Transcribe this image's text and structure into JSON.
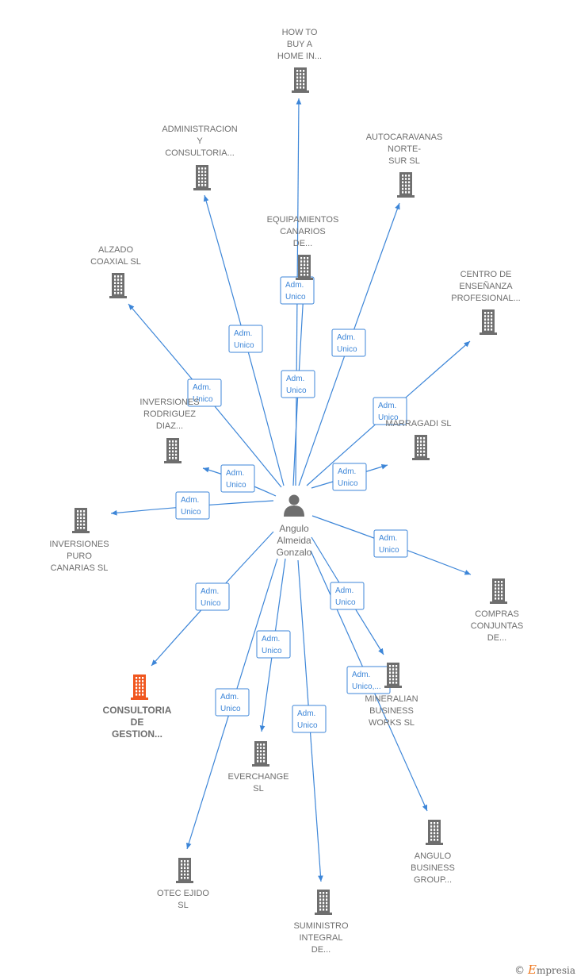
{
  "colors": {
    "edge": "#3d86d8",
    "building": "#6e6e6e",
    "building_highlight": "#f0561e",
    "person": "#6e6e6e"
  },
  "center": {
    "lines": [
      "Angulo",
      "Almeida",
      "Gonzalo"
    ],
    "icon": "person-icon"
  },
  "companies": [
    {
      "id": "how-to-buy",
      "lines": [
        "HOW TO",
        "BUY A",
        "HOME IN..."
      ]
    },
    {
      "id": "administracion",
      "lines": [
        "ADMINISTRACION",
        "Y",
        "CONSULTORIA..."
      ]
    },
    {
      "id": "autocaravanas",
      "lines": [
        "AUTOCARAVANAS",
        "NORTE-",
        "SUR  SL"
      ]
    },
    {
      "id": "equipamientos",
      "lines": [
        "EQUIPAMIENTOS",
        "CANARIOS",
        "DE..."
      ]
    },
    {
      "id": "alzado",
      "lines": [
        "ALZADO",
        "COAXIAL  SL"
      ]
    },
    {
      "id": "centro",
      "lines": [
        "CENTRO DE",
        "ENSEÑANZA",
        "PROFESIONAL..."
      ]
    },
    {
      "id": "inversiones-rodriguez",
      "lines": [
        "INVERSIONES",
        "RODRIGUEZ",
        "DIAZ..."
      ]
    },
    {
      "id": "marragadi",
      "lines": [
        "MARRAGADI  SL"
      ]
    },
    {
      "id": "inversiones-puro",
      "lines": [
        "INVERSIONES",
        "PURO",
        "CANARIAS  SL"
      ]
    },
    {
      "id": "compras",
      "lines": [
        "COMPRAS",
        "CONJUNTAS",
        "DE..."
      ]
    },
    {
      "id": "consultoria",
      "lines": [
        "CONSULTORIA",
        "DE",
        "GESTION..."
      ],
      "highlight": true
    },
    {
      "id": "mineralian",
      "lines": [
        "MINERALIAN",
        "BUSINESS",
        "WORKS  SL"
      ]
    },
    {
      "id": "everchange",
      "lines": [
        "EVERCHANGE",
        "SL"
      ]
    },
    {
      "id": "angulo-business",
      "lines": [
        "ANGULO",
        "BUSINESS",
        "GROUP..."
      ]
    },
    {
      "id": "otec",
      "lines": [
        "OTEC EJIDO",
        "SL"
      ]
    },
    {
      "id": "suministro",
      "lines": [
        "SUMINISTRO",
        "INTEGRAL",
        "DE..."
      ]
    }
  ],
  "edges": [
    {
      "target": "how-to-buy",
      "lines": [
        "Adm.",
        "Unico"
      ]
    },
    {
      "target": "administracion",
      "lines": [
        "Adm.",
        "Unico"
      ]
    },
    {
      "target": "autocaravanas",
      "lines": [
        "Adm.",
        "Unico"
      ]
    },
    {
      "target": "equipamientos",
      "lines": [
        "Adm.",
        "Unico"
      ]
    },
    {
      "target": "alzado",
      "lines": [
        "Adm.",
        "Unico"
      ]
    },
    {
      "target": "centro",
      "lines": [
        "Adm.",
        "Unico"
      ]
    },
    {
      "target": "inversiones-rodriguez",
      "lines": [
        "Adm.",
        "Unico"
      ]
    },
    {
      "target": "marragadi",
      "lines": [
        "Adm.",
        "Unico"
      ]
    },
    {
      "target": "inversiones-puro",
      "lines": [
        "Adm.",
        "Unico"
      ]
    },
    {
      "target": "compras",
      "lines": [
        "Adm.",
        "Unico"
      ]
    },
    {
      "target": "consultoria",
      "lines": [
        "Adm.",
        "Unico"
      ]
    },
    {
      "target": "mineralian",
      "lines": [
        "Adm.",
        "Unico"
      ]
    },
    {
      "target": "everchange",
      "lines": [
        "Adm.",
        "Unico"
      ]
    },
    {
      "target": "angulo-business",
      "lines": [
        "Adm.",
        "Unico,..."
      ]
    },
    {
      "target": "otec",
      "lines": [
        "Adm.",
        "Unico"
      ]
    },
    {
      "target": "suministro",
      "lines": [
        "Adm.",
        "Unico"
      ]
    }
  ],
  "credit": {
    "copyright": "©",
    "brand_initial": "E",
    "brand_rest": "mpresia"
  }
}
